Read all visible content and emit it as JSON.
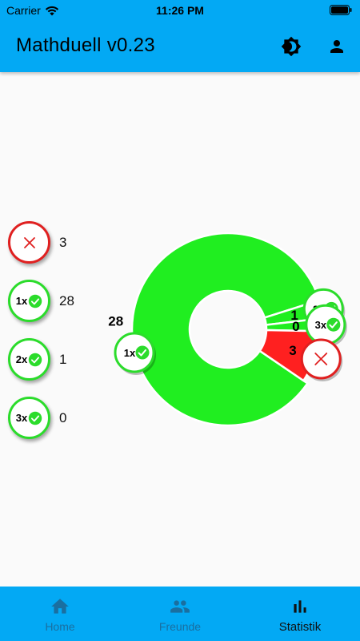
{
  "status": {
    "carrier": "Carrier",
    "time": "11:26 PM"
  },
  "app": {
    "title": "Mathduell v0.23"
  },
  "icons": {
    "theme": "brightness-icon",
    "account": "person-icon"
  },
  "colors": {
    "primary": "#03a9f4",
    "correct": "#20ee20",
    "wrong": "#ff2020",
    "correct_border": "#2bdc2b",
    "wrong_border": "#e02020"
  },
  "legend": [
    {
      "label": "",
      "count": "3",
      "kind": "wrong"
    },
    {
      "label": "1x",
      "count": "28",
      "kind": "correct"
    },
    {
      "label": "2x",
      "count": "1",
      "kind": "correct"
    },
    {
      "label": "3x",
      "count": "0",
      "kind": "correct"
    }
  ],
  "chart_data": {
    "type": "pie",
    "donut": true,
    "slices": [
      {
        "name": "1x",
        "value": 28,
        "label": "28",
        "color": "#20ee20"
      },
      {
        "name": "2x",
        "value": 1,
        "label": "1",
        "color": "#20ee20"
      },
      {
        "name": "3x",
        "value": 0,
        "label": "0",
        "color": "#20ee20"
      },
      {
        "name": "wrong",
        "value": 3,
        "label": "3",
        "color": "#ff2020"
      }
    ]
  },
  "nav": [
    {
      "label": "Home",
      "icon": "home-icon",
      "active": false
    },
    {
      "label": "Freunde",
      "icon": "people-icon",
      "active": false
    },
    {
      "label": "Statistik",
      "icon": "bar-chart-icon",
      "active": true
    }
  ]
}
